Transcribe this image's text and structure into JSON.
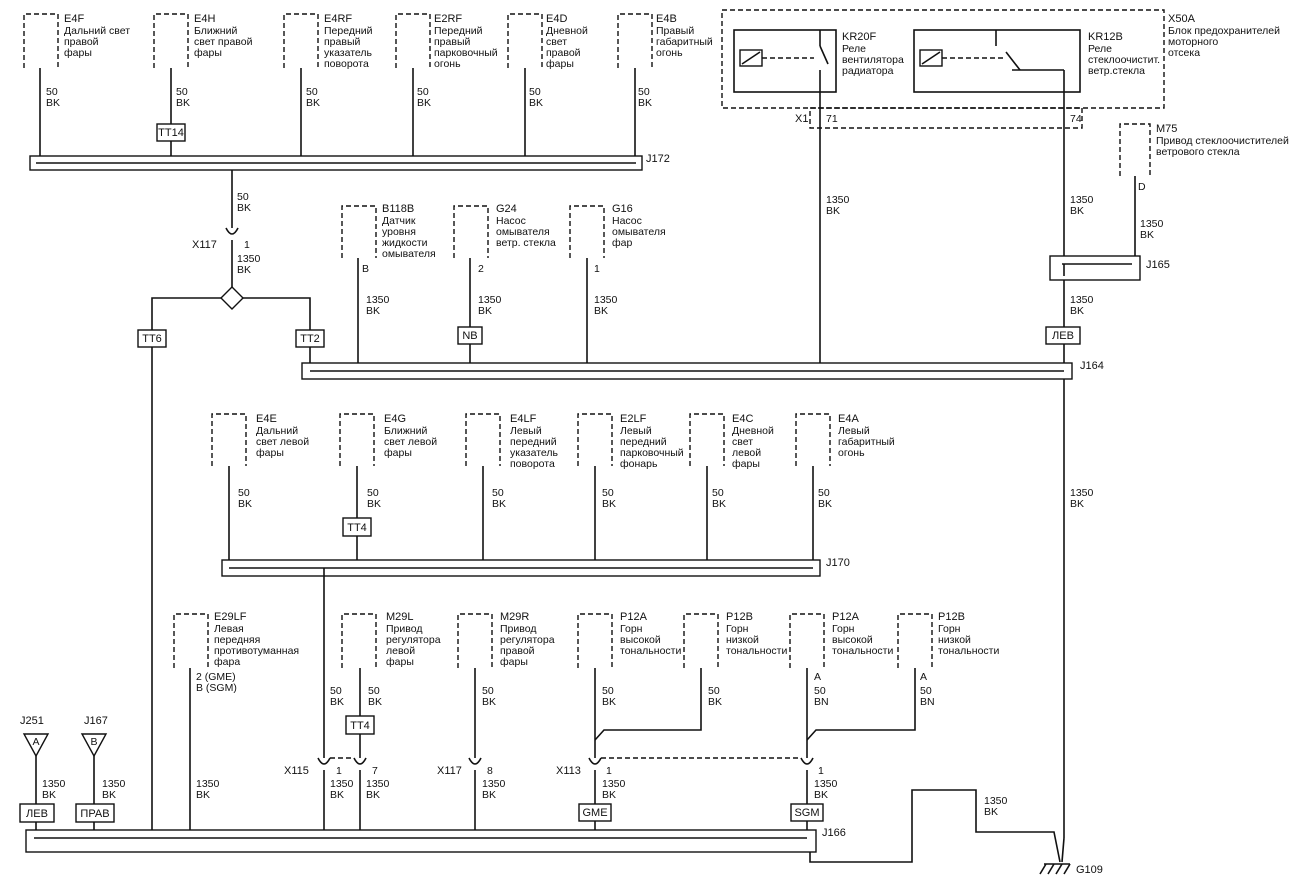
{
  "loads_top": [
    {
      "code": "E4F",
      "name": [
        "Дальний свет",
        "правой",
        "фары"
      ],
      "wire": [
        "50",
        "BK"
      ]
    },
    {
      "code": "E4H",
      "name": [
        "Ближний",
        "свет правой",
        "фары"
      ],
      "wire": [
        "50",
        "BK"
      ]
    },
    {
      "code": "E4RF",
      "name": [
        "Передний",
        "правый",
        "указатель",
        "поворота"
      ],
      "wire": [
        "50",
        "BK"
      ]
    },
    {
      "code": "E2RF",
      "name": [
        "Передний",
        "правый",
        "парковочный",
        "огонь"
      ],
      "wire": [
        "50",
        "BK"
      ]
    },
    {
      "code": "E4D",
      "name": [
        "Дневной",
        "свет",
        "правой",
        "фары"
      ],
      "wire": [
        "50",
        "BK"
      ]
    },
    {
      "code": "E4B",
      "name": [
        "Правый",
        "габаритный",
        "огонь"
      ],
      "wire": [
        "50",
        "BK"
      ]
    }
  ],
  "loads_mid": [
    {
      "code": "B118B",
      "name": [
        "Датчик",
        "уровня",
        "жидкости",
        "омывателя"
      ],
      "pin": "B",
      "wire": [
        "1350",
        "BK"
      ]
    },
    {
      "code": "G24",
      "name": [
        "Насос",
        "омывателя",
        "ветр. стекла"
      ],
      "pin": "2",
      "wire": [
        "1350",
        "BK"
      ]
    },
    {
      "code": "G16",
      "name": [
        "Насос",
        "омывателя",
        "фар"
      ],
      "pin": "1",
      "wire": [
        "1350",
        "BK"
      ]
    }
  ],
  "loads_left": [
    {
      "code": "E4E",
      "name": [
        "Дальний",
        "свет левой",
        "фары"
      ],
      "wire": [
        "50",
        "BK"
      ]
    },
    {
      "code": "E4G",
      "name": [
        "Ближний",
        "свет левой",
        "фары"
      ],
      "wire": [
        "50",
        "BK"
      ]
    },
    {
      "code": "E4LF",
      "name": [
        "Левый",
        "передний",
        "указатель",
        "поворота"
      ],
      "wire": [
        "50",
        "BK"
      ]
    },
    {
      "code": "E2LF",
      "name": [
        "Левый",
        "передний",
        "парковочный",
        "фонарь"
      ],
      "wire": [
        "50",
        "BK"
      ]
    },
    {
      "code": "E4C",
      "name": [
        "Дневной",
        "свет",
        "левой",
        "фары"
      ],
      "wire": [
        "50",
        "BK"
      ]
    },
    {
      "code": "E4A",
      "name": [
        "Левый",
        "габаритный",
        "огонь"
      ],
      "wire": [
        "50",
        "BK"
      ]
    }
  ],
  "loads_bottom": [
    {
      "code": "E29LF",
      "name": [
        "Левая",
        "передняя",
        "противотуманная",
        "фара"
      ],
      "pin": [
        "2 (GME)",
        "B (SGM)"
      ]
    },
    {
      "code": "M29L",
      "name": [
        "Привод",
        "регулятора",
        "левой",
        "фары"
      ],
      "wire": [
        "50",
        "BK"
      ],
      "wire2": [
        "50",
        "BK"
      ]
    },
    {
      "code": "M29R",
      "name": [
        "Привод",
        "регулятора",
        "правой",
        "фары"
      ],
      "wire": [
        "50",
        "BK"
      ]
    },
    {
      "code": "P12A",
      "name": [
        "Горн",
        "высокой",
        "тональности"
      ],
      "wire": [
        "50",
        "BK"
      ]
    },
    {
      "code": "P12B",
      "name": [
        "Горн",
        "низкой",
        "тональности"
      ],
      "wire": [
        "50",
        "BK"
      ]
    },
    {
      "code": "P12A",
      "name": [
        "Горн",
        "высокой",
        "тональности"
      ],
      "pin": "A",
      "wire": [
        "50",
        "BN"
      ]
    },
    {
      "code": "P12B",
      "name": [
        "Горн",
        "низкой",
        "тональности"
      ],
      "pin": "A",
      "wire": [
        "50",
        "BN"
      ]
    }
  ],
  "fuse_block": {
    "code": "X50A",
    "name": [
      "Блок предохранителей",
      "моторного",
      "отсека"
    ],
    "relays": [
      {
        "code": "KR20F",
        "name": [
          "Реле",
          "вентилятора",
          "радиатора"
        ]
      },
      {
        "code": "KR12B",
        "name": [
          "Реле",
          "стеклоочистит.",
          "ветр.стекла"
        ]
      }
    ],
    "conn": "X1",
    "pins": [
      "71",
      "74"
    ]
  },
  "wiper_motor": {
    "code": "M75",
    "name": [
      "Привод стеклоочистителей",
      "ветрового стекла"
    ],
    "pin": "D"
  },
  "splices": {
    "j172": "J172",
    "j164": "J164",
    "j165": "J165",
    "j170": "J170",
    "j166": "J166",
    "j251": "J251",
    "j167": "J167",
    "a": "A",
    "b": "B"
  },
  "tags": {
    "tt14": "TT14",
    "tt6": "TT6",
    "tt2": "TT2",
    "nb": "NB",
    "lev": "ЛЕВ",
    "tt4": "TT4",
    "prav": "ПРАВ",
    "gme": "GME",
    "sgm": "SGM"
  },
  "connectors": {
    "x117": "X117",
    "x115": "X115",
    "x113": "X113",
    "pin1": "1",
    "pin7": "7",
    "pin8": "8"
  },
  "wires": {
    "w50": "50",
    "w1350": "1350",
    "bk": "BK"
  },
  "ground": "G109"
}
